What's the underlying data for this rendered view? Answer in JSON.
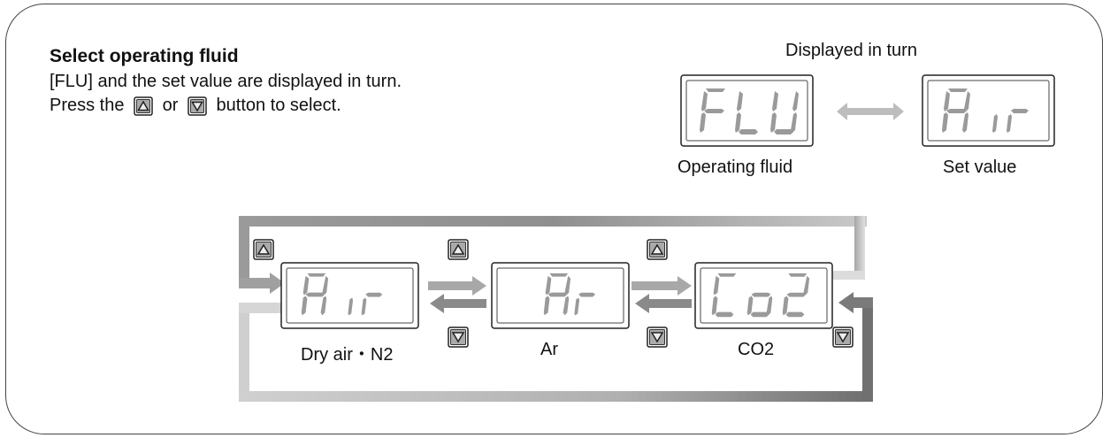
{
  "instruction": {
    "title": "Select operating fluid",
    "line1": "[FLU] and the set value are displayed in turn.",
    "line2_pre": "Press the",
    "line2_mid": "or",
    "line2_post": "button to select."
  },
  "display_example": {
    "caption_top": "Displayed in turn",
    "left_label": "Operating fluid",
    "right_label": "Set value",
    "left_display": "FLU",
    "right_display": "Air"
  },
  "cycle": {
    "items": [
      {
        "display": "Air",
        "label": "Dry air・N2"
      },
      {
        "display": "Ar",
        "label": "Ar"
      },
      {
        "display": "Co2",
        "label": "CO2"
      }
    ]
  },
  "icons": {
    "up": "up-button-icon",
    "down": "down-button-icon",
    "swap": "double-arrow-icon"
  }
}
